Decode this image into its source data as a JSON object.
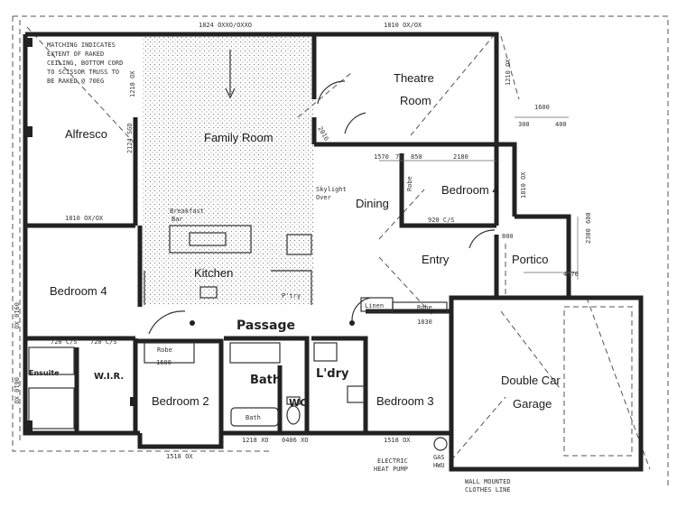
{
  "rooms": {
    "alfresco": "Alfresco",
    "family_room": "Family Room",
    "theatre_line1": "Theatre",
    "theatre_line2": "Room",
    "dining": "Dining",
    "bedroom4_upper": "Bedroom 4",
    "entry": "Entry",
    "portico": "Portico",
    "kitchen": "Kitchen",
    "bedroom4_left": "Bedroom 4",
    "passage": "Passage",
    "wir": "W.I.R.",
    "ensuite": "Ensuite",
    "bedroom2": "Bedroom 2",
    "bath": "Bath",
    "laundry": "L'dry",
    "wc": "WC",
    "bedroom3": "Bedroom 3",
    "garage_line1": "Double Car",
    "garage_line2": "Garage"
  },
  "annotations": {
    "raked_note": [
      "MATCHING INDICATES",
      "EXTENT OF RAKED",
      "CEILING, BOTTOM CORD",
      "TO SCISSOR TRUSS TO",
      "BE RAKED @ 70EG"
    ],
    "skylight_line1": "Skylight",
    "skylight_line2": "Over",
    "breakfast_line1": "Breakfast",
    "breakfast_line2": "Bar",
    "robe_upper": "Robe",
    "robe_bed2": "Robe",
    "robe_bed3": "Robe",
    "linen": "Linen",
    "pantry": "P'try",
    "bath_tub": "Bath",
    "electric_heat_pump_line1": "ELECTRIC",
    "electric_heat_pump_line2": "HEAT PUMP",
    "gas_hwu_line1": "GAS",
    "gas_hwu_line2": "HWU",
    "clothes_line_line1": "WALL MOUNTED",
    "clothes_line_line2": "CLOTHES LINE"
  },
  "dimensions": {
    "top_family": "1824 OXXO/OXXO",
    "top_theatre": "1810 OX/OX",
    "alfresco_bottom": "1810 OX/OX",
    "bed2_window": "1218 XO",
    "wc_window": "0406 XO",
    "bed3_window": "1518 OX",
    "bed_left_bottom": "1518 OX",
    "left_side": "0910 XO",
    "ensuite_side": "0610 XO",
    "d1570": "1570",
    "d70": "70",
    "d850": "850",
    "d2180": "2180",
    "d1600": "1600",
    "d300": "300",
    "d400": "400",
    "d800": "800",
    "d4570": "4570",
    "d2300": "2300",
    "d1830": "1830",
    "d600": "600",
    "d1600b": "1600",
    "d720a": "720 C/S",
    "d720b": "720 C/S",
    "d920": "920 C/S",
    "d2016": "2016",
    "d2124": "2124 SGD",
    "d1218v": "1218 OX",
    "d1810v": "1810 OX",
    "d1210v": "1210 OX"
  }
}
